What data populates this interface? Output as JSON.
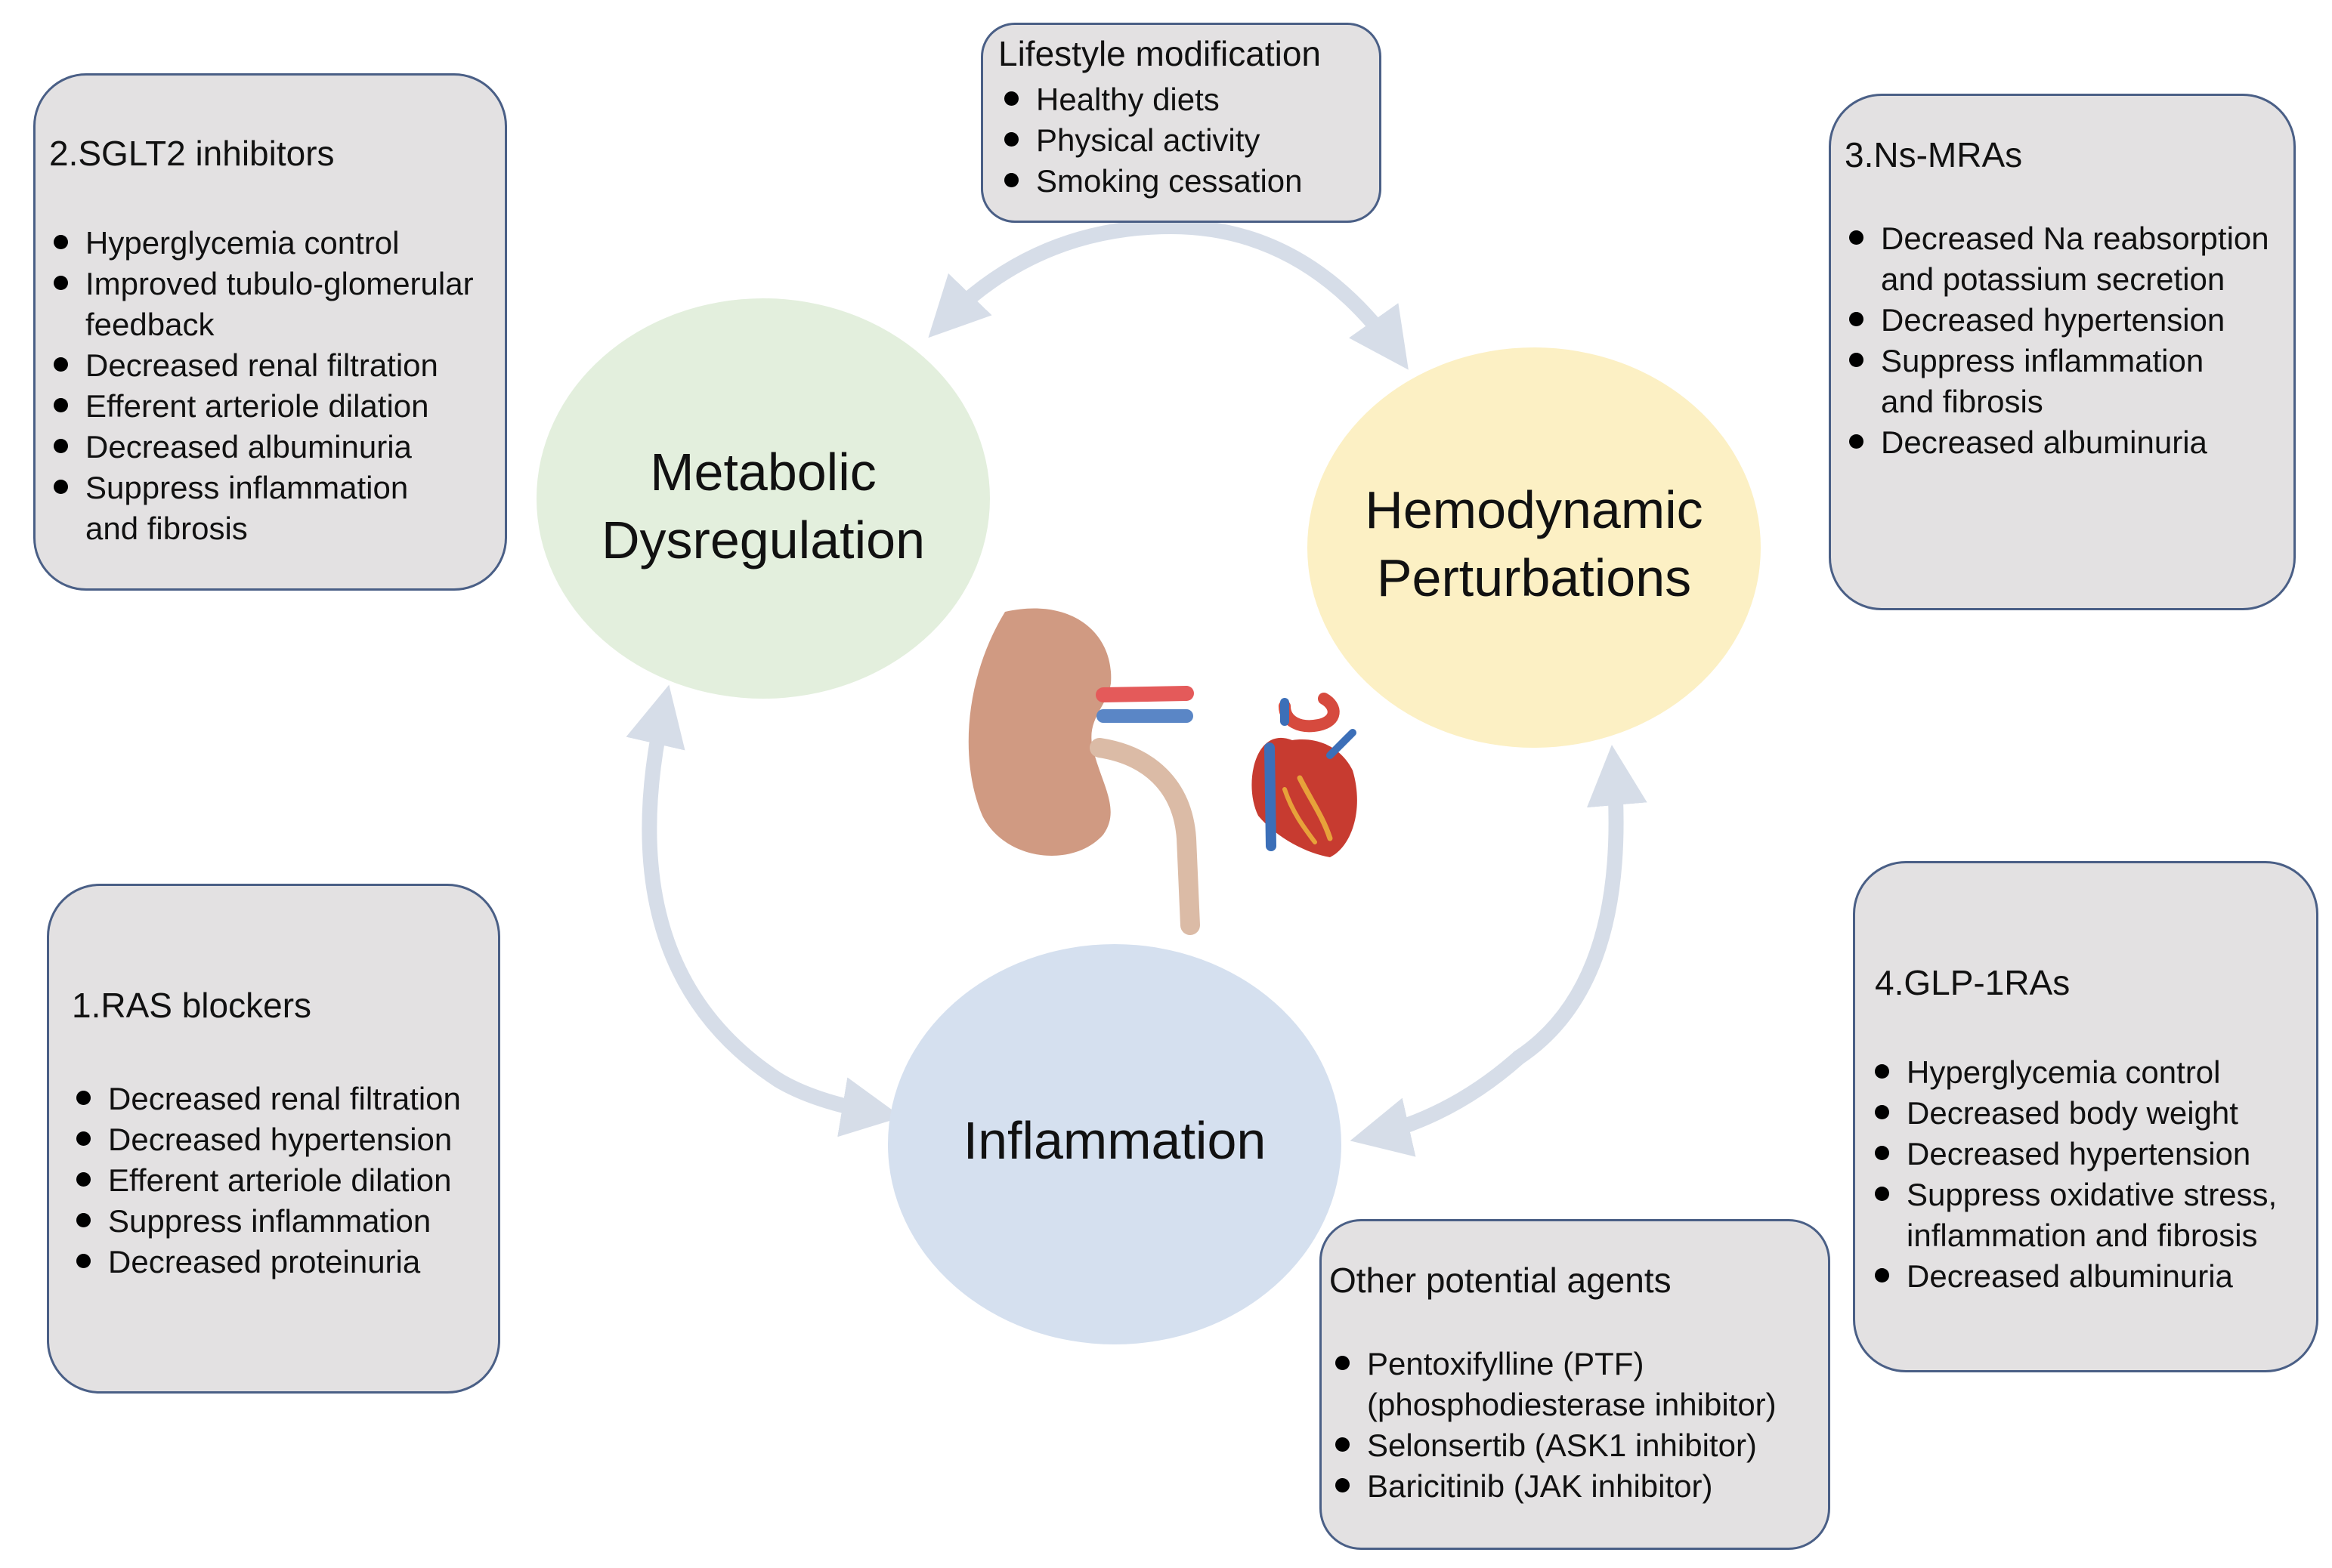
{
  "colors": {
    "box_fill": "#e3e1e2",
    "box_border": "#4a5f86",
    "arrow": "#d6dde8",
    "metabolic": "#e3efdd",
    "hemodynamic": "#fcf0c4",
    "inflammation": "#d5e0ef"
  },
  "lifestyle": {
    "title": "Lifestyle modification",
    "items": [
      "Healthy diets",
      "Physical activity",
      "Smoking cessation"
    ]
  },
  "sglt2": {
    "title": "2.SGLT2 inhibitors",
    "items": [
      "Hyperglycemia control",
      "Improved tubulo-glomerular\nfeedback",
      "Decreased renal filtration",
      "Efferent arteriole  dilation",
      "Decreased albuminuria",
      "Suppress inflammation\nand fibrosis"
    ]
  },
  "ns_mras": {
    "title": "3.Ns-MRAs",
    "items": [
      "Decreased Na reabsorption\nand potassium secretion",
      "Decreased hypertension",
      "Suppress inflammation\nand fibrosis",
      "Decreased albuminuria"
    ]
  },
  "ras": {
    "title": "1.RAS blockers",
    "items": [
      "Decreased renal filtration",
      "Decreased hypertension",
      "Efferent arteriole  dilation",
      "Suppress inflammation",
      "Decreased proteinuria"
    ]
  },
  "glp1": {
    "title": "4.GLP-1RAs",
    "items": [
      "Hyperglycemia control",
      "Decreased body weight",
      "Decreased hypertension",
      "Suppress oxidative stress,\ninflammation and fibrosis",
      "Decreased albuminuria"
    ]
  },
  "other": {
    "title": "Other potential agents",
    "items": [
      "Pentoxifylline (PTF)\n(phosphodiesterase inhibitor)",
      "Selonsertib (ASK1 inhibitor)",
      "Baricitinib (JAK inhibitor)"
    ]
  },
  "circles": {
    "metabolic": "Metabolic\nDysregulation",
    "hemodynamic": "Hemodynamic\nPerturbations",
    "inflammation": "Inflammation"
  },
  "icons": [
    "kidney-icon",
    "heart-icon"
  ]
}
